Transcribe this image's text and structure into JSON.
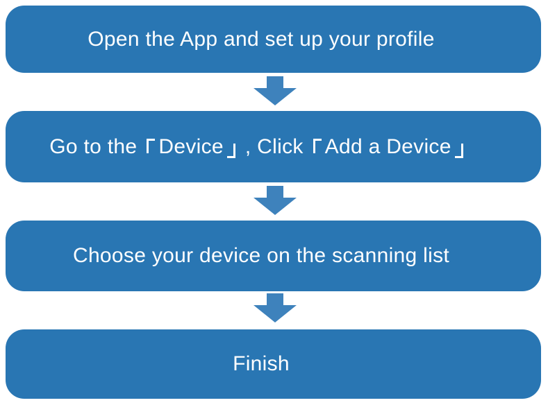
{
  "colors": {
    "page-bg": "#FFFFFF",
    "box-blue": "#2976B3",
    "arrow-blue": "#3E82BC",
    "text-white": "#FFFFFF"
  },
  "steps": [
    {
      "label": "Open the App and set up your profile"
    },
    {
      "label": "Go to the 「Device」, Click 「Add a Device」",
      "parts": {
        "before": "Go to the",
        "term1": "Device",
        "middle": ", Click",
        "term2": "Add a Device"
      }
    },
    {
      "label": "Choose your device on the scanning list"
    },
    {
      "label": "Finish"
    }
  ]
}
